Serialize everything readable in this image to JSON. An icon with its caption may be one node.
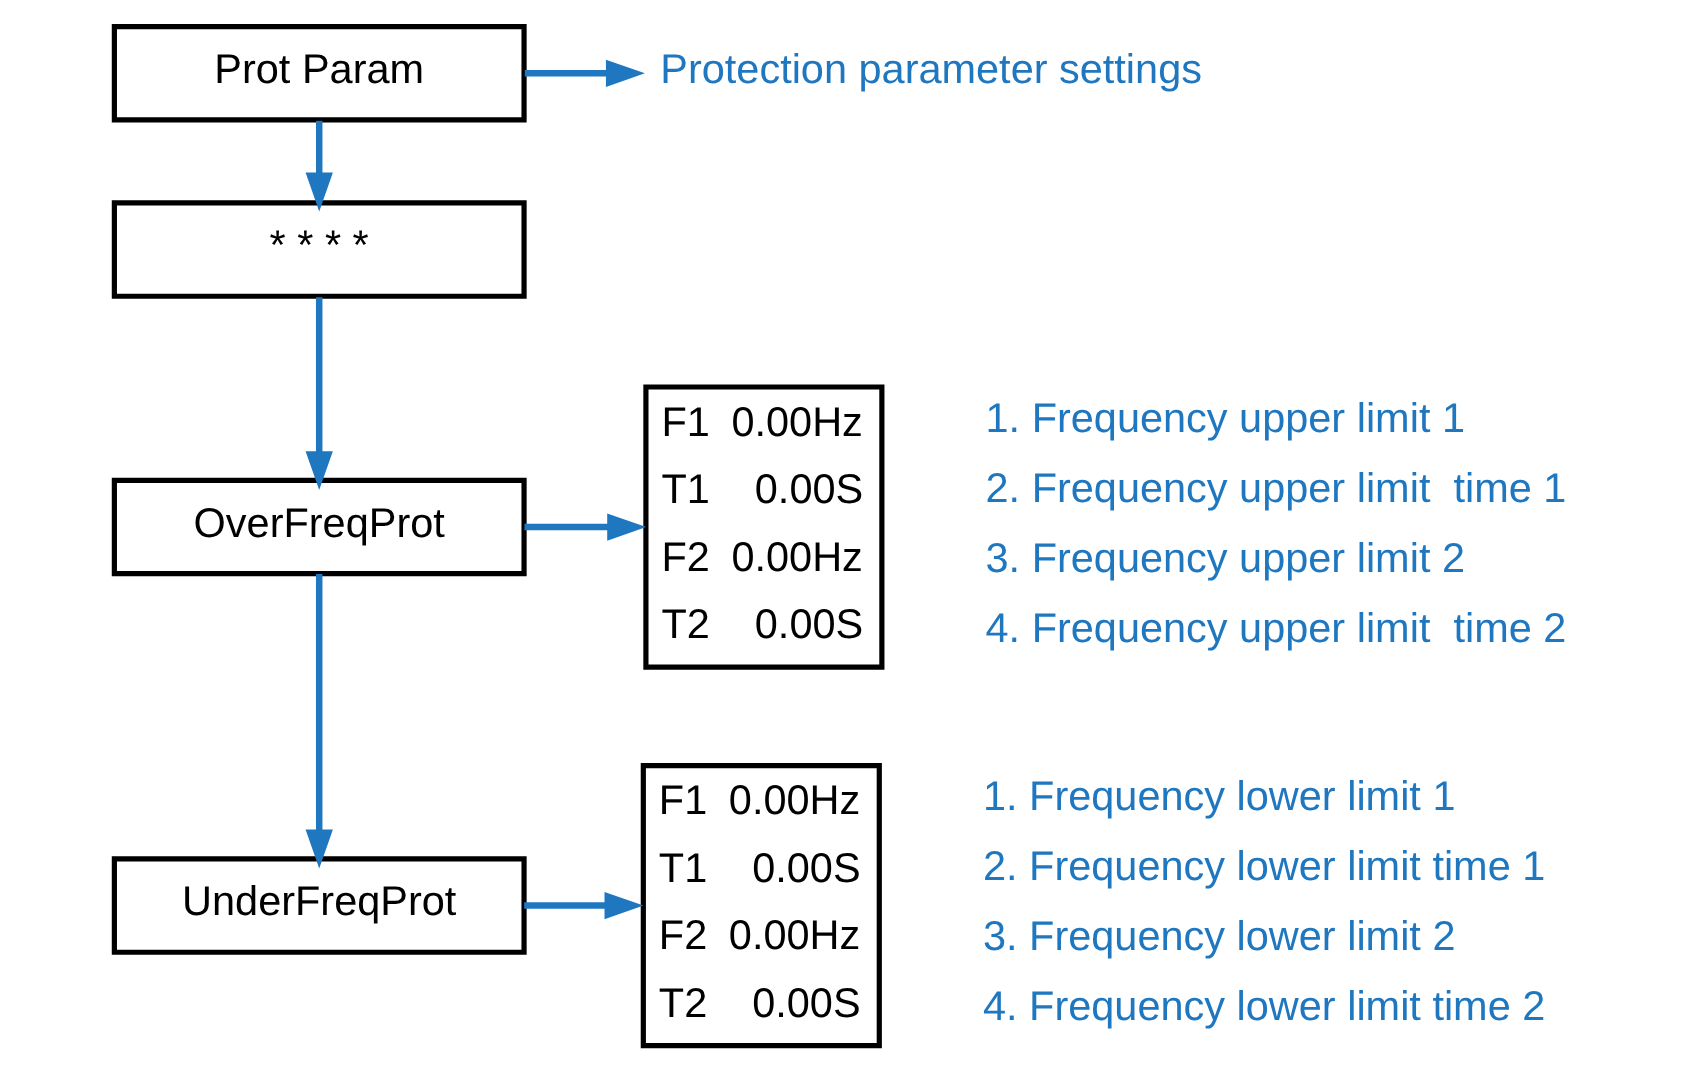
{
  "diagram": {
    "nodes": [
      {
        "text": [
          "Prot Param"
        ]
      },
      {
        "text": [
          "Protection parameter settings"
        ]
      },
      {
        "text": [
          "* * * *"
        ]
      },
      {
        "text": [
          "OverFreqProt"
        ]
      },
      {
        "text": [
          "F1",
          "0.00Hz",
          "T1",
          "0.00S",
          "F2",
          "0.00Hz",
          "T2",
          "0.00S"
        ],
        "beside": [
          "1. Frequency upper limit 1",
          "2. Frequency upper limit  time 1",
          "3. Frequency upper limit 2",
          "4. Frequency upper limit  time 2"
        ]
      },
      {
        "text": [
          "UnderFreqProt"
        ]
      },
      {
        "text": [
          "F1",
          "0.00Hz",
          "T1",
          "0.00S",
          "F2",
          "0.00Hz",
          "T2",
          "0.00S"
        ],
        "beside": [
          "1. Frequency lower limit 1",
          "2. Frequency lower limit time 1",
          "3. Frequency lower limit 2",
          "4. Frequency lower limit time 2"
        ]
      }
    ],
    "edges": [
      {
        "from": 0,
        "to": 1,
        "arrow": "to"
      },
      {
        "from": 0,
        "to": 2,
        "arrow": "to"
      },
      {
        "from": 2,
        "to": 3,
        "arrow": "to"
      },
      {
        "from": 3,
        "to": 4,
        "arrow": "to"
      },
      {
        "from": 3,
        "to": 5,
        "arrow": "to"
      },
      {
        "from": 5,
        "to": 6,
        "arrow": "to"
      }
    ]
  }
}
